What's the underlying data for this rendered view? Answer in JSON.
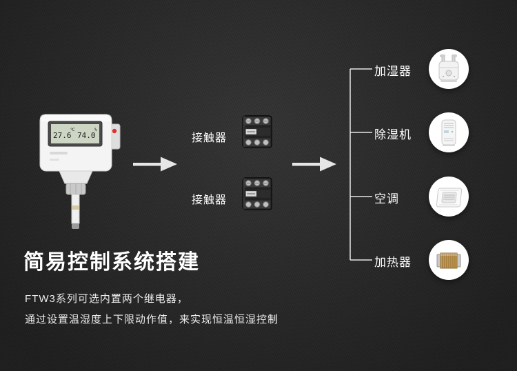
{
  "sensor": {
    "lcd_temp": "27.6",
    "lcd_temp_unit": "℃",
    "lcd_hum": "74.0",
    "lcd_hum_unit": "%"
  },
  "flow": {
    "contactors": [
      {
        "label": "接触器"
      },
      {
        "label": "接触器"
      }
    ]
  },
  "devices": [
    {
      "label": "加湿器"
    },
    {
      "label": "除湿机"
    },
    {
      "label": "空调"
    },
    {
      "label": "加热器"
    }
  ],
  "title": "简易控制系统搭建",
  "description": [
    "FTW3系列可选内置两个继电器，",
    "通过设置温湿度上下限动作值，来实现恒温恒湿控制"
  ],
  "colors": {
    "background": "#2d2d2d",
    "text": "#ffffff",
    "line": "#e6e6e6",
    "led": "#e03131",
    "lcd_screen": "#cdd6c4",
    "heater_fin": "#c79a52"
  }
}
